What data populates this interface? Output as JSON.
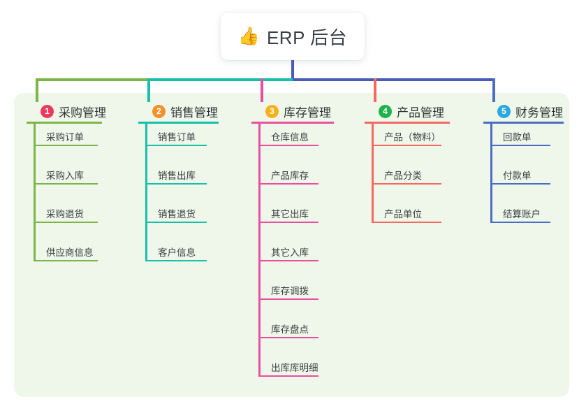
{
  "diagram": {
    "type": "mind-map",
    "root": {
      "icon": "thumbs-up-icon",
      "emoji": "👍",
      "title": "ERP 后台"
    },
    "panel_color": "#eff7ea",
    "root_stem_color": "#4a5ab8",
    "columns": [
      {
        "number": "1",
        "badge_glyph": "1",
        "badge_color": "#ea3a5e",
        "title": "采购管理",
        "accent": "#7ab648",
        "rule_color": "#7ab648",
        "items": [
          "采购订单",
          "采购入库",
          "采购退货",
          "供应商信息"
        ]
      },
      {
        "number": "2",
        "badge_glyph": "2",
        "badge_color": "#f5902b",
        "title": "销售管理",
        "accent": "#18c0ab",
        "rule_color": "#18c0ab",
        "items": [
          "销售订单",
          "销售出库",
          "销售退货",
          "客户信息"
        ]
      },
      {
        "number": "3",
        "badge_glyph": "3",
        "badge_color": "#f6b019",
        "title": "库存管理",
        "accent": "#e8509f",
        "rule_color": "#e8509f",
        "items": [
          "仓库信息",
          "产品库存",
          "其它出库",
          "其它入库",
          "库存调拨",
          "库存盘点",
          "出库库明细"
        ]
      },
      {
        "number": "4",
        "badge_glyph": "4",
        "badge_color": "#21b24b",
        "title": "产品管理",
        "accent": "#f4695f",
        "rule_color": "#f4695f",
        "items": [
          "产品（物料）",
          "产品分类",
          "产品单位"
        ]
      },
      {
        "number": "5",
        "badge_glyph": "5",
        "badge_color": "#29a9e1",
        "title": "财务管理",
        "accent": "#4a6ec4",
        "rule_color": "#4a6ec4",
        "items": [
          "回款单",
          "付款单",
          "结算账户"
        ]
      }
    ]
  }
}
